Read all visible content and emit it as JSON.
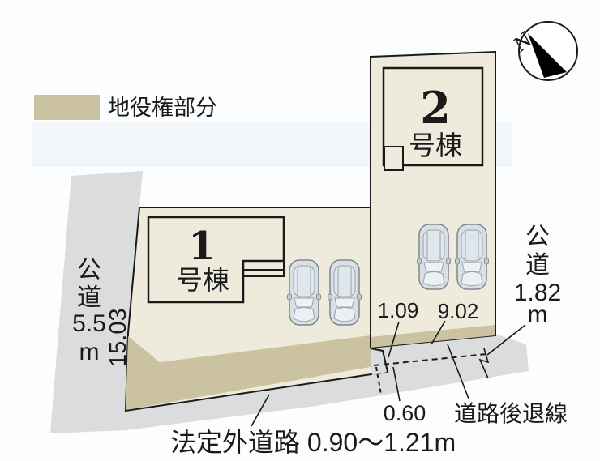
{
  "legend": {
    "label": "地役権部分",
    "swatch_color": "#CBC2A2"
  },
  "compass": {
    "north": "N"
  },
  "parcel1": {
    "building_no": "1",
    "building_suffix": "号棟"
  },
  "parcel2": {
    "building_no": "2",
    "building_suffix": "号棟"
  },
  "left_road": {
    "lines": [
      "公",
      "道",
      "5.5",
      "m"
    ]
  },
  "right_road": {
    "lines": [
      "公",
      "道",
      "1.82",
      "m"
    ]
  },
  "dims": {
    "west_length": "15.03",
    "dim_left": "1.09",
    "dim_width": "9.02",
    "dim_setback": "0.60"
  },
  "labels": {
    "setback_line": "道路後退線",
    "bottom_road": "法定外道路 0.90〜1.21m"
  },
  "colors": {
    "parcel": "#EFEBDC",
    "easement": "#CBC2A2",
    "road": "#DBDCDD",
    "band": "#F2F6F8",
    "background": "#FBFDFE",
    "outline": "#1A1A1A"
  }
}
